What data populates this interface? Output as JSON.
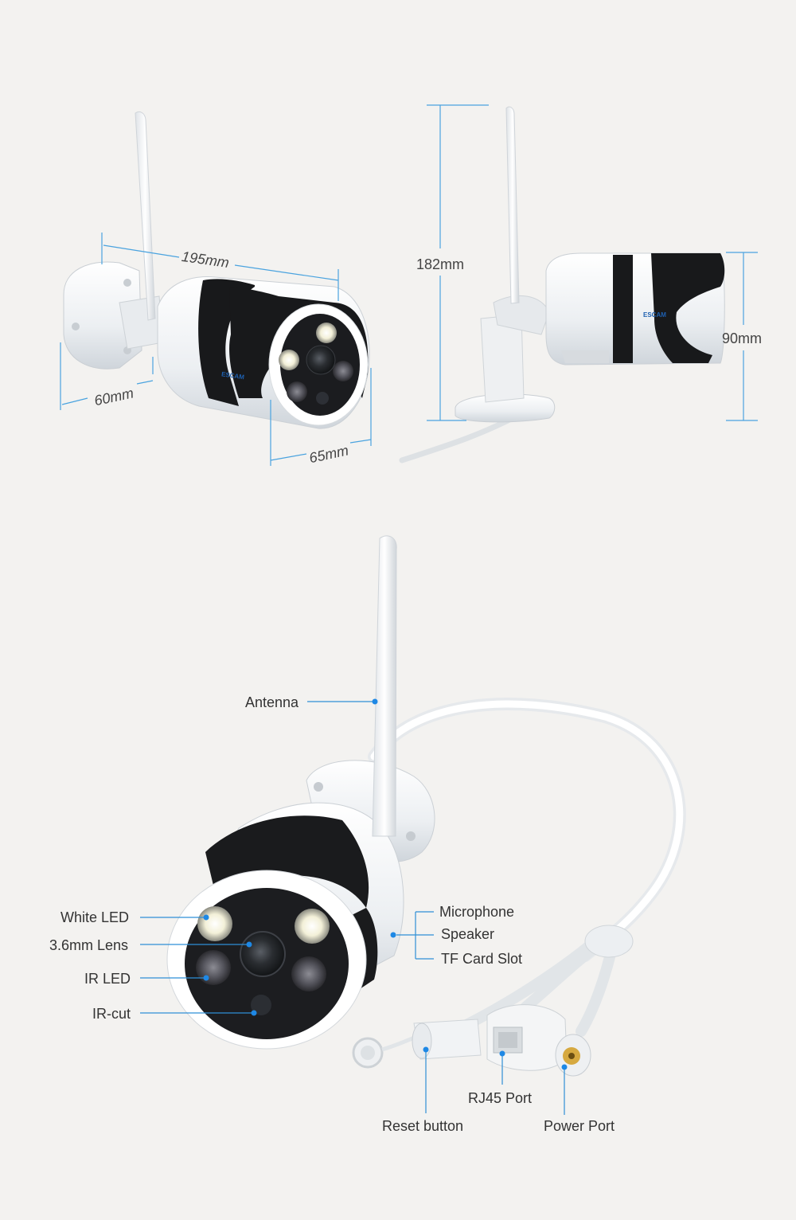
{
  "brand": {
    "logo_text": "ESCAM",
    "accent_color": "#1e88e5"
  },
  "dimensions": {
    "length": "195mm",
    "depth": "60mm",
    "lens_diameter": "65mm",
    "height": "182mm",
    "body_height": "90mm"
  },
  "callouts": {
    "antenna": "Antenna",
    "white_led": "White LED",
    "lens": "3.6mm Lens",
    "ir_led": "IR LED",
    "ir_cut": "IR-cut",
    "microphone": "Microphone",
    "speaker": "Speaker",
    "tf_card_slot": "TF Card Slot",
    "reset_button": "Reset button",
    "rj45_port": "RJ45 Port",
    "power_port": "Power Port"
  }
}
